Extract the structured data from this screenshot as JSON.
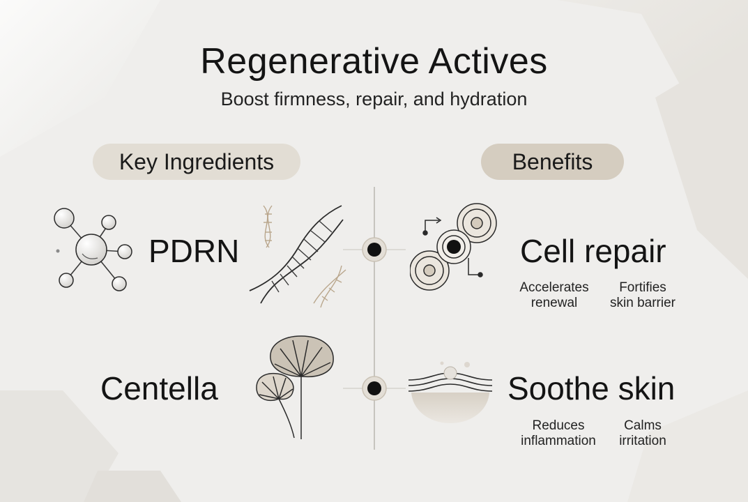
{
  "title": "Regenerative Actives",
  "subtitle": "Boost firmness, repair, and hydration",
  "columns": {
    "left_heading": "Key Ingredients",
    "right_heading": "Benefits"
  },
  "rows": [
    {
      "ingredient": "PDRN",
      "ingredient_icon": "molecule-icon",
      "ingredient_art": "dna-helix-icon",
      "benefit": "Cell repair",
      "benefit_icon": "cell-regeneration-icon",
      "details": [
        "Accelerates renewal",
        "Fortifies skin barrier"
      ],
      "details_lines": [
        [
          "Accelerates",
          "renewal"
        ],
        [
          "Fortifies",
          "skin barrier"
        ]
      ]
    },
    {
      "ingredient": "Centella",
      "ingredient_art": "centella-leaf-icon",
      "benefit": "Soothe skin",
      "benefit_icon": "skin-layers-icon",
      "details": [
        "Reduces inflammation",
        "Calms irritation"
      ],
      "details_lines": [
        [
          "Reduces",
          "inflammation"
        ],
        [
          "Calms",
          "irritation"
        ]
      ]
    }
  ],
  "colors": {
    "background": "#efeeec",
    "left_pill": "#e2ddd4",
    "right_pill": "#d5cdc0",
    "leaf_fill": "#cbc3b6",
    "text": "#141414"
  }
}
